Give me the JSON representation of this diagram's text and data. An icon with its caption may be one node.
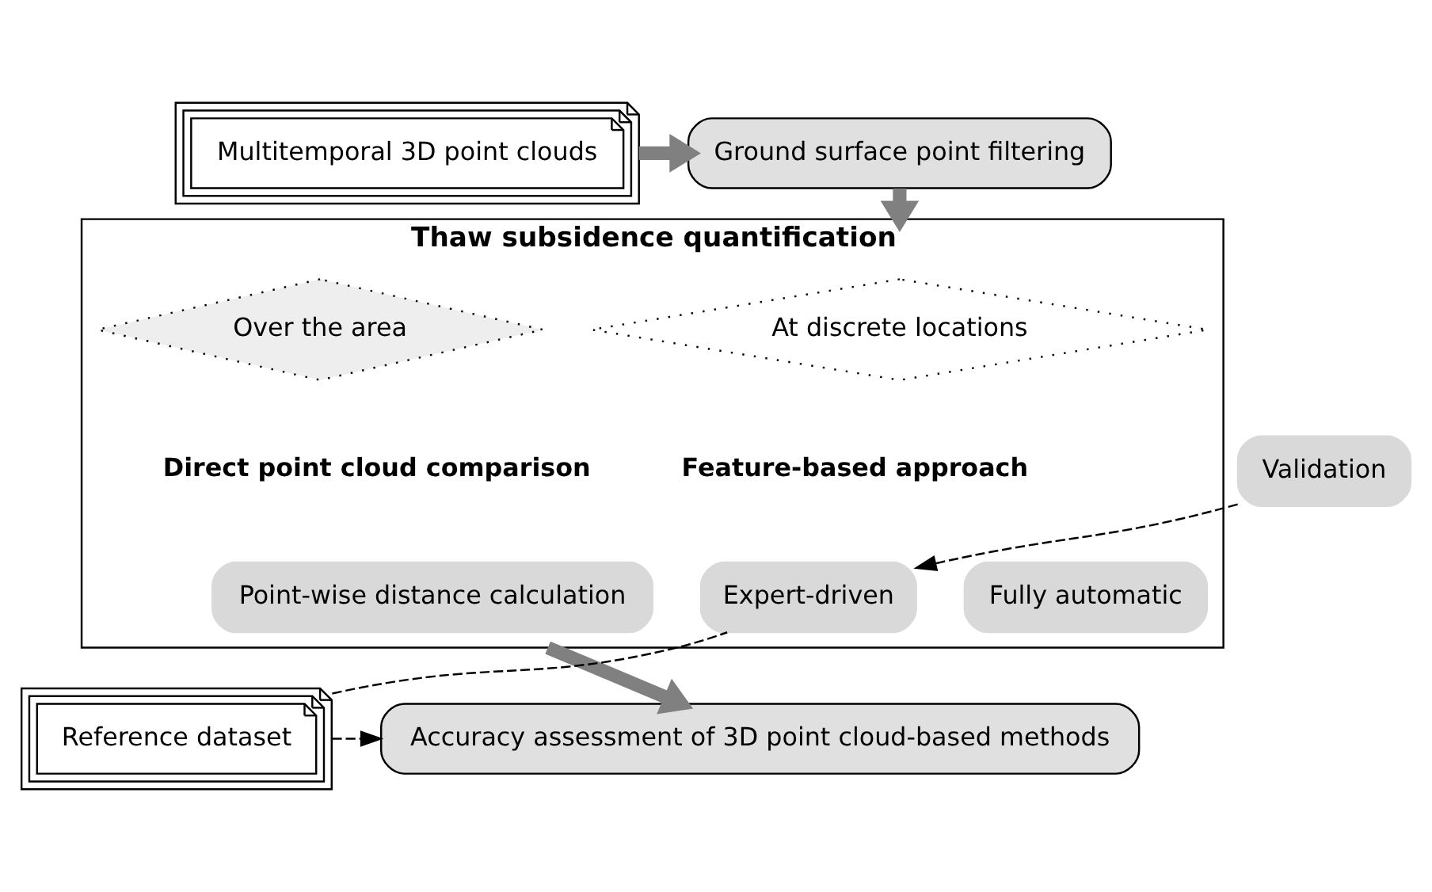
{
  "diagram": {
    "nodes": [
      {
        "text": [
          "Multitemporal 3D point clouds"
        ]
      },
      {
        "text": [
          "Ground surface point filtering"
        ]
      },
      {
        "text": [
          "Thaw subsidence quantification"
        ]
      },
      {
        "text": [
          "At discrete locations"
        ],
        "in": 2
      },
      {
        "text": [
          "Over the area"
        ],
        "in": 2
      },
      {
        "text": [
          "Validation"
        ]
      },
      {
        "text": [
          "Expert-driven"
        ],
        "in": 2
      },
      {
        "text": [
          "Fully automatic"
        ],
        "in": 2
      },
      {
        "text": [
          "Point-wise distance calculation"
        ],
        "in": 2
      },
      {
        "text": [
          "Reference dataset"
        ]
      },
      {
        "text": [
          "Accuracy assessment of 3D point cloud-based methods"
        ]
      }
    ],
    "edges": [
      {
        "from": 0,
        "to": 1,
        "arrow": "to",
        "style": "thick",
        "color": "#808080"
      },
      {
        "from": 1,
        "to": 2,
        "arrow": "to",
        "style": "thick",
        "color": "#808080"
      },
      {
        "from": 5,
        "to": 6,
        "arrow": "to",
        "style": "dashed",
        "color": "#000000"
      },
      {
        "from": 9,
        "to": 6,
        "arrow": "none",
        "style": "dashed",
        "color": "#000000"
      },
      {
        "from": 2,
        "to": 10,
        "arrow": "to",
        "style": "thick",
        "color": "#808080"
      },
      {
        "from": 9,
        "to": 10,
        "arrow": "to",
        "style": "dashed",
        "color": "#000000"
      }
    ],
    "labels": [
      "Feature-based approach",
      "Direct point cloud comparison"
    ]
  }
}
